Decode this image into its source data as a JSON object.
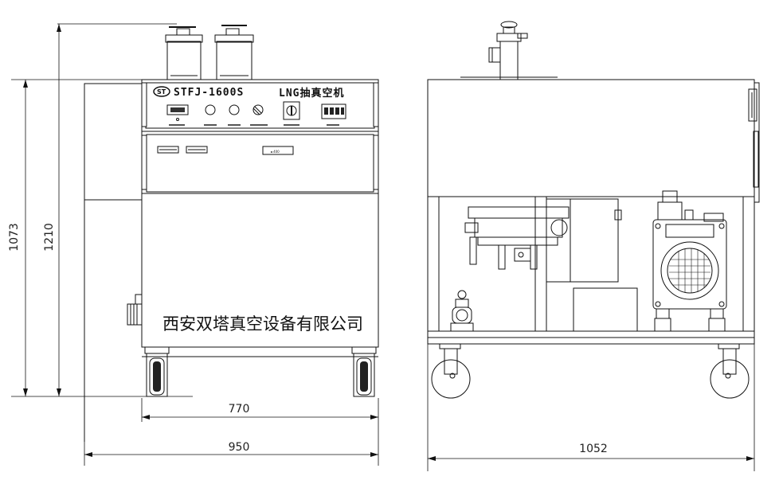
{
  "dimensions": {
    "front_total_height": "1210",
    "front_cabinet_height": "1073",
    "front_inner_width": "770",
    "front_overall_width": "950",
    "side_width": "1052"
  },
  "front_panel": {
    "model": "STFJ-1600S",
    "product_name": "LNG抽真空机",
    "plate_text": "►400"
  },
  "company_name": "西安双塔真空设备有限公司"
}
